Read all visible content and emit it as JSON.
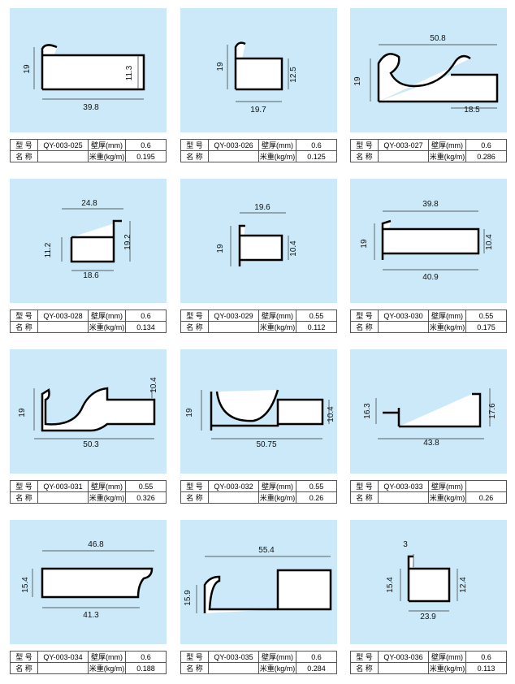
{
  "labels": {
    "model": "型 号",
    "name": "名 称",
    "wall": "壁厚(mm)",
    "weight": "米重(kg/m)"
  },
  "profiles": [
    {
      "model": "QY-003-025",
      "wall": "0.6",
      "weight": "0.195",
      "dims": [
        "19",
        "11.3",
        "39.8"
      ]
    },
    {
      "model": "QY-003-026",
      "wall": "0.6",
      "weight": "0.125",
      "dims": [
        "19",
        "12.5",
        "19.7"
      ]
    },
    {
      "model": "QY-003-027",
      "wall": "0.6",
      "weight": "0.286",
      "dims": [
        "50.8",
        "19",
        "18.5"
      ]
    },
    {
      "model": "QY-003-028",
      "wall": "0.6",
      "weight": "0.134",
      "dims": [
        "24.8",
        "11.2",
        "19.2",
        "18.6"
      ]
    },
    {
      "model": "QY-003-029",
      "wall": "0.55",
      "weight": "0.112",
      "dims": [
        "19.6",
        "19",
        "10.4"
      ]
    },
    {
      "model": "QY-003-030",
      "wall": "0.55",
      "weight": "0.175",
      "dims": [
        "39.8",
        "19",
        "10.4",
        "40.9"
      ]
    },
    {
      "model": "QY-003-031",
      "wall": "0.55",
      "weight": "0.326",
      "dims": [
        "19",
        "10.4",
        "50.3"
      ]
    },
    {
      "model": "QY-003-032",
      "wall": "0.55",
      "weight": "0.26",
      "dims": [
        "19",
        "10.4",
        "50.75"
      ]
    },
    {
      "model": "QY-003-033",
      "wall": "",
      "weight": "0.26",
      "dims": [
        "16.3",
        "17.6",
        "43.8"
      ]
    },
    {
      "model": "QY-003-034",
      "wall": "0.6",
      "weight": "0.188",
      "dims": [
        "46.8",
        "15.4",
        "41.3"
      ]
    },
    {
      "model": "QY-003-035",
      "wall": "0.6",
      "weight": "0.284",
      "dims": [
        "55.4",
        "15.9"
      ]
    },
    {
      "model": "QY-003-036",
      "wall": "0.6",
      "weight": "0.113",
      "dims": [
        "3",
        "15.4",
        "12.4",
        "23.9"
      ]
    }
  ]
}
